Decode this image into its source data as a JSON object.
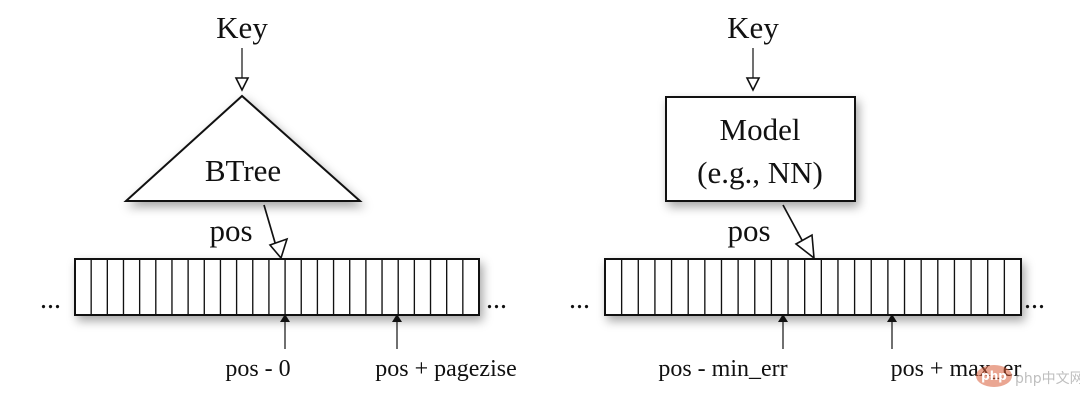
{
  "left_panel": {
    "key_label": "Key",
    "model_label": "BTree",
    "pos_label": "pos",
    "left_ellipsis": "...",
    "right_ellipsis": "...",
    "lower_bound_label": "pos - 0",
    "upper_bound_label": "pos + pagezise",
    "cell_count": 25
  },
  "right_panel": {
    "key_label": "Key",
    "model_label_line1": "Model",
    "model_label_line2": "(e.g., NN)",
    "pos_label": "pos",
    "left_ellipsis": "...",
    "right_ellipsis": "...",
    "lower_bound_label": "pos - min_err",
    "upper_bound_label": "pos + max_er",
    "cell_count": 25
  },
  "watermark": {
    "text": "php中文网",
    "badge_text": "php"
  },
  "colors": {
    "ink": "#111111",
    "background": "#ffffff"
  }
}
